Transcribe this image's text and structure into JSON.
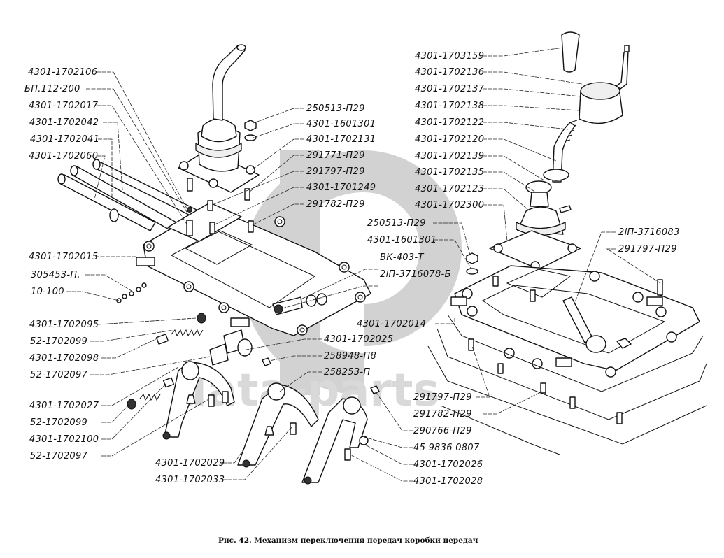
{
  "figure": {
    "caption": "Рис. 42.  Механизм переключения передач коробки передач",
    "watermark": "data-parts",
    "colors": {
      "ink": "#111111",
      "watermark": "#d2d2d2",
      "background": "#ffffff"
    }
  },
  "labels_left": [
    "4301-1702106",
    "БП.112·200",
    "4301-1702017",
    "4301-1702042",
    "4301-1702041",
    "4301-1702060",
    "4301-1702015",
    "305453-П.",
    "10-100",
    "4301-1702095",
    "52-1702099",
    "4301-1702098",
    "52-1702097",
    "4301-1702027",
    "52-1702099",
    "4301-1702100",
    "52-1702097"
  ],
  "labels_center_top": [
    "250513-П29",
    "4301-1601301",
    "4301-1702131",
    "291771-П29",
    "291797-П29",
    "4301-1701249",
    "291782-П29"
  ],
  "labels_center_mid": [
    "250513-П29",
    "4301-1601301",
    "ВК-403-Т",
    "2lП-3716078-Б"
  ],
  "labels_right_top": [
    "4301-1703159",
    "4301-1702136",
    "4301-1702137",
    "4301-1702138",
    "4301-1702122",
    "4301-1702120",
    "4301-1702139",
    "4301-1702135",
    "4301-1702123",
    "4301-1702300"
  ],
  "labels_right_side": [
    "2lП-3716083",
    "291797-П29"
  ],
  "labels_center_low": [
    "4301-1702014",
    "4301-1702025",
    "258948-П8",
    "258253-П"
  ],
  "labels_bottom_right": [
    "291797-П29",
    "291782-П29",
    "290766-П29",
    "45 9836 0807",
    "4301-1702026",
    "4301-1702028"
  ],
  "labels_bottom_center": [
    "4301-1702029",
    "4301-1702033"
  ]
}
